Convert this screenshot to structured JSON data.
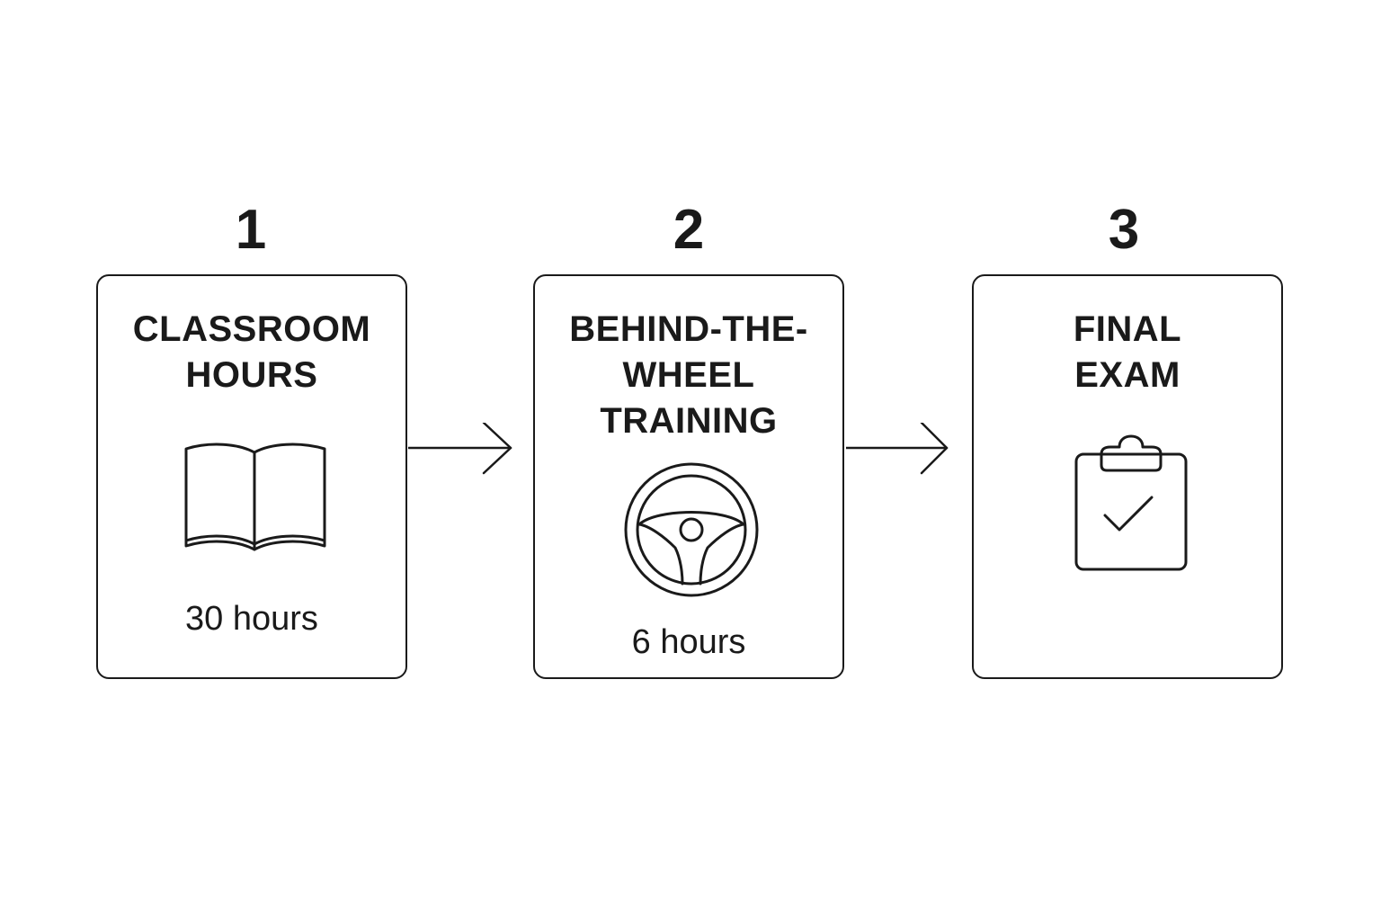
{
  "steps": [
    {
      "number": "1",
      "title_lines": [
        "CLASSROOM",
        "HOURS"
      ],
      "icon": "open-book-icon",
      "duration": "30 hours"
    },
    {
      "number": "2",
      "title_lines": [
        "BEHIND-THE-",
        "WHEEL",
        "TRAINING"
      ],
      "icon": "steering-wheel-icon",
      "duration": "6 hours"
    },
    {
      "number": "3",
      "title_lines": [
        "FINAL",
        "EXAM"
      ],
      "icon": "clipboard-check-icon",
      "duration": ""
    }
  ],
  "colors": {
    "stroke": "#1a1a1a",
    "background": "#ffffff"
  }
}
